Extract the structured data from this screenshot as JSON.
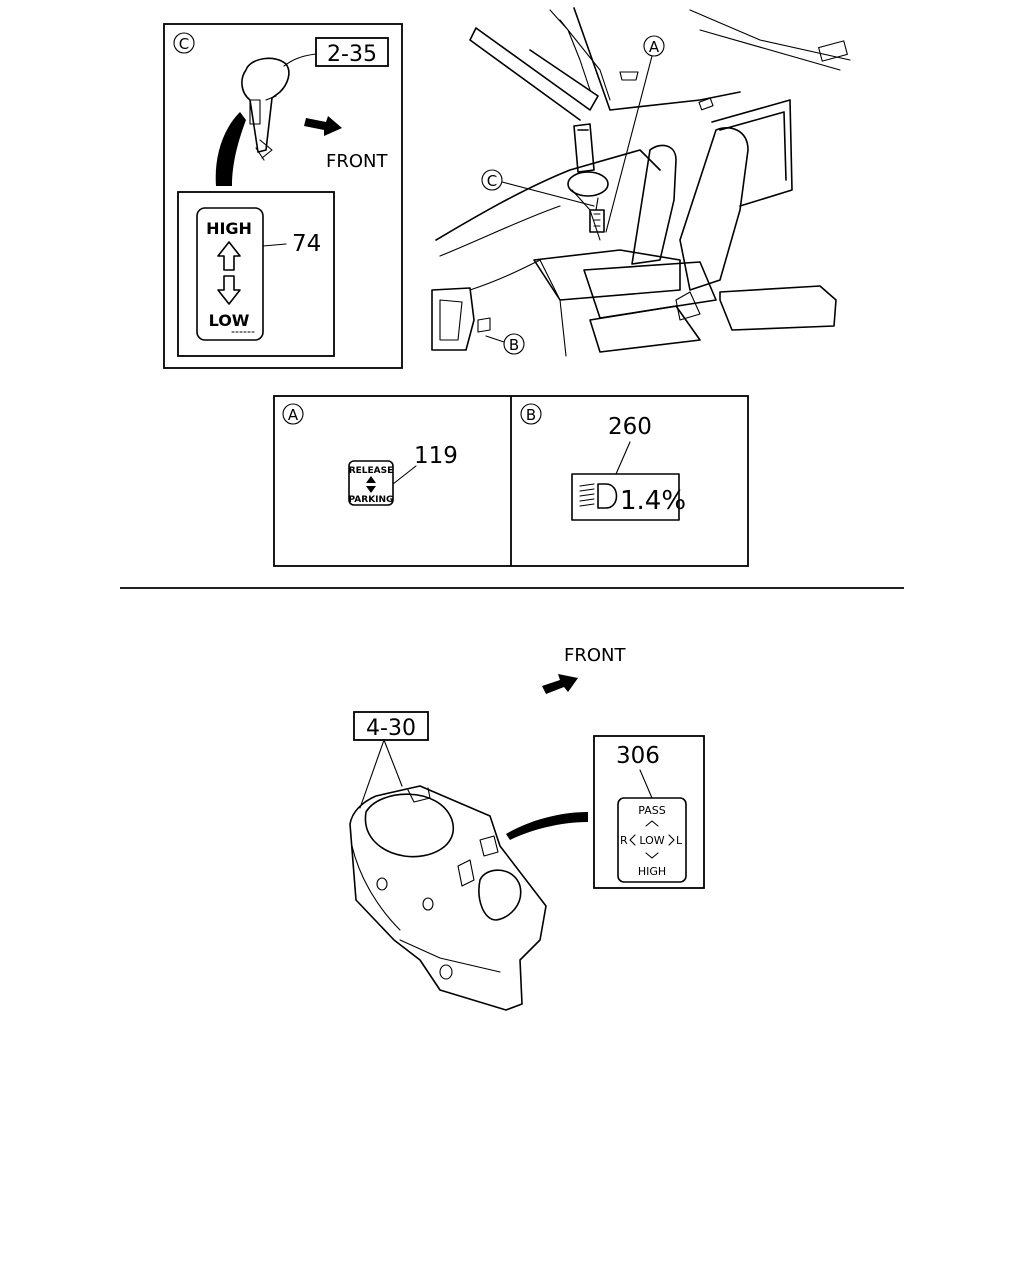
{
  "top_panel": {
    "detail_c": {
      "marker": "C",
      "ref_box": "2-35",
      "front": "FRONT",
      "callout": "74",
      "label_high": "HIGH",
      "label_low": "LOW"
    },
    "cab_view": {
      "marker_a": "A",
      "marker_b": "B",
      "marker_c": "C"
    }
  },
  "detail_a": {
    "marker": "A",
    "callout": "119",
    "label_release": "RELEASE",
    "label_parking": "PARKING"
  },
  "detail_b": {
    "marker": "B",
    "callout": "260",
    "label_value": "1.4%"
  },
  "lower": {
    "front": "FRONT",
    "ref_box": "4-30",
    "callout": "306",
    "label_pass": "PASS",
    "label_r": "R",
    "label_low": "LOW",
    "label_l": "L",
    "label_high": "HIGH"
  }
}
